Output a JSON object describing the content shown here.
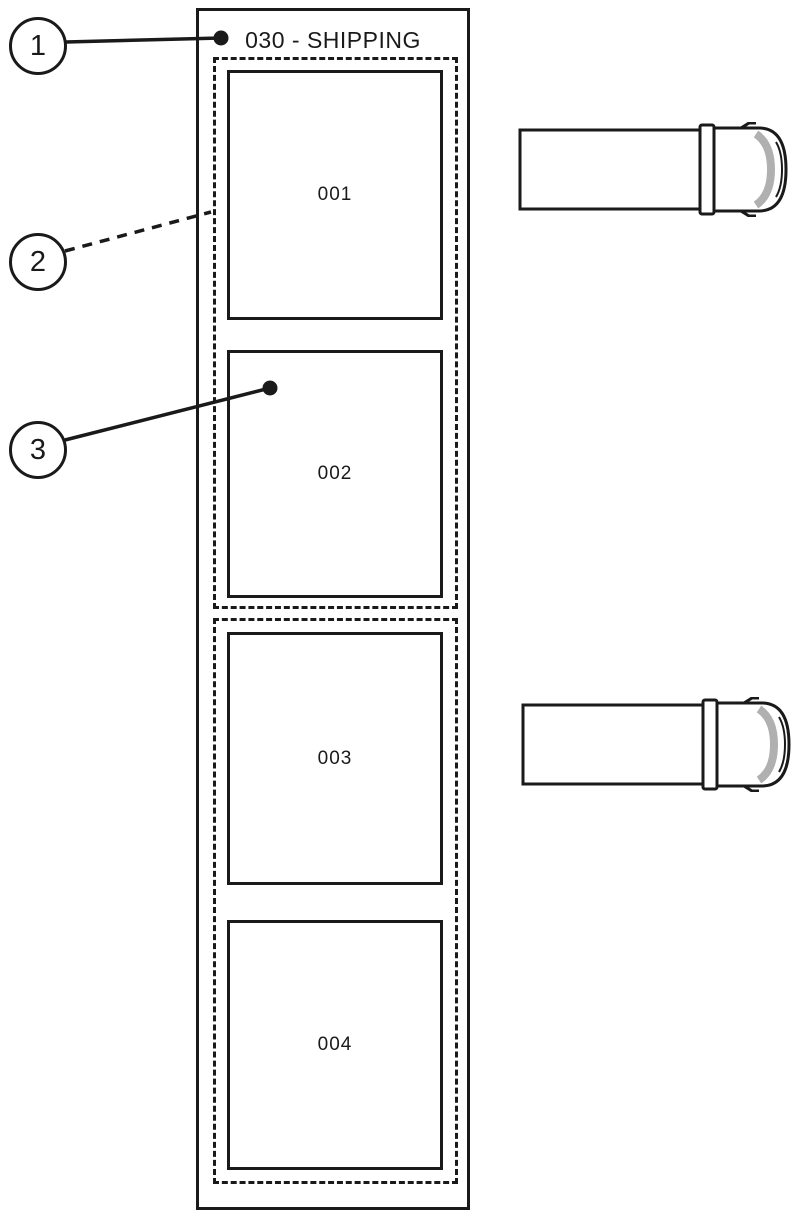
{
  "diagram": {
    "zone_label": "030 - SHIPPING",
    "docks": [
      {
        "id": "001"
      },
      {
        "id": "002"
      },
      {
        "id": "003"
      },
      {
        "id": "004"
      }
    ],
    "callouts": [
      {
        "number": "1"
      },
      {
        "number": "2"
      },
      {
        "number": "3"
      }
    ]
  },
  "icons": {
    "truck": "truck-top-view",
    "leader_dot": "filled-circle"
  },
  "colors": {
    "line": "#1a1a1a",
    "background": "#ffffff",
    "windshield": "#b0b0b0"
  }
}
